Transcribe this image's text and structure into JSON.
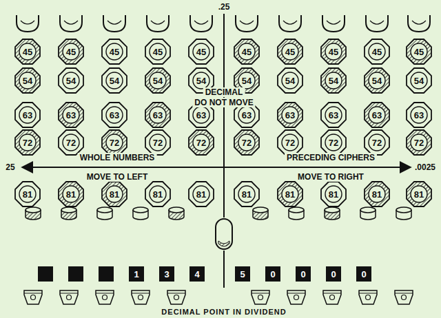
{
  "diagram": {
    "caption": "DECIMAL POINT IN DIVIDEND",
    "nodes": [
      {
        "text": [
          "45"
        ]
      },
      {
        "text": [
          "45"
        ]
      },
      {
        "text": [
          "45"
        ]
      },
      {
        "text": [
          "45"
        ]
      },
      {
        "text": [
          "45"
        ]
      },
      {
        "text": [
          "45"
        ]
      },
      {
        "text": [
          "45"
        ]
      },
      {
        "text": [
          "45"
        ]
      },
      {
        "text": [
          "45"
        ]
      },
      {
        "text": [
          "45"
        ]
      },
      {
        "text": [
          "54"
        ]
      },
      {
        "text": [
          "54"
        ]
      },
      {
        "text": [
          "54"
        ]
      },
      {
        "text": [
          "54"
        ]
      },
      {
        "text": [
          "54"
        ]
      },
      {
        "text": [
          "54"
        ]
      },
      {
        "text": [
          "54"
        ]
      },
      {
        "text": [
          "54"
        ]
      },
      {
        "text": [
          "54"
        ]
      },
      {
        "text": [
          "54"
        ]
      },
      {
        "text": [
          "63"
        ]
      },
      {
        "text": [
          "63"
        ]
      },
      {
        "text": [
          "63"
        ]
      },
      {
        "text": [
          "63"
        ]
      },
      {
        "text": [
          "63"
        ]
      },
      {
        "text": [
          "63"
        ]
      },
      {
        "text": [
          "63"
        ]
      },
      {
        "text": [
          "63"
        ]
      },
      {
        "text": [
          "63"
        ]
      },
      {
        "text": [
          "63"
        ]
      },
      {
        "text": [
          "72"
        ]
      },
      {
        "text": [
          "72"
        ]
      },
      {
        "text": [
          "72"
        ]
      },
      {
        "text": [
          "72"
        ]
      },
      {
        "text": [
          "72"
        ]
      },
      {
        "text": [
          "72"
        ]
      },
      {
        "text": [
          "72"
        ]
      },
      {
        "text": [
          "72"
        ]
      },
      {
        "text": [
          "72"
        ]
      },
      {
        "text": [
          "72"
        ]
      },
      {
        "text": [
          "81"
        ]
      },
      {
        "text": [
          "81"
        ]
      },
      {
        "text": [
          "81"
        ]
      },
      {
        "text": [
          "81"
        ]
      },
      {
        "text": [
          "81"
        ]
      },
      {
        "text": [
          "81"
        ]
      },
      {
        "text": [
          "81"
        ]
      },
      {
        "text": [
          "81"
        ]
      },
      {
        "text": [
          "81"
        ]
      },
      {
        "text": [
          "81"
        ]
      },
      {
        "text": [
          "1"
        ]
      },
      {
        "text": [
          "3"
        ]
      },
      {
        "text": [
          "4"
        ]
      },
      {
        "text": [
          "5"
        ]
      },
      {
        "text": [
          "0"
        ]
      },
      {
        "text": [
          "0"
        ]
      },
      {
        "text": [
          "0"
        ]
      },
      {
        "text": [
          "0"
        ]
      }
    ],
    "labels": [
      ".25",
      "25",
      ".0025",
      "DECIMAL",
      "DO NOT MOVE",
      "WHOLE NUMBERS",
      "MOVE TO LEFT",
      "PRECEDING CIPHERS",
      "MOVE TO RIGHT"
    ]
  }
}
